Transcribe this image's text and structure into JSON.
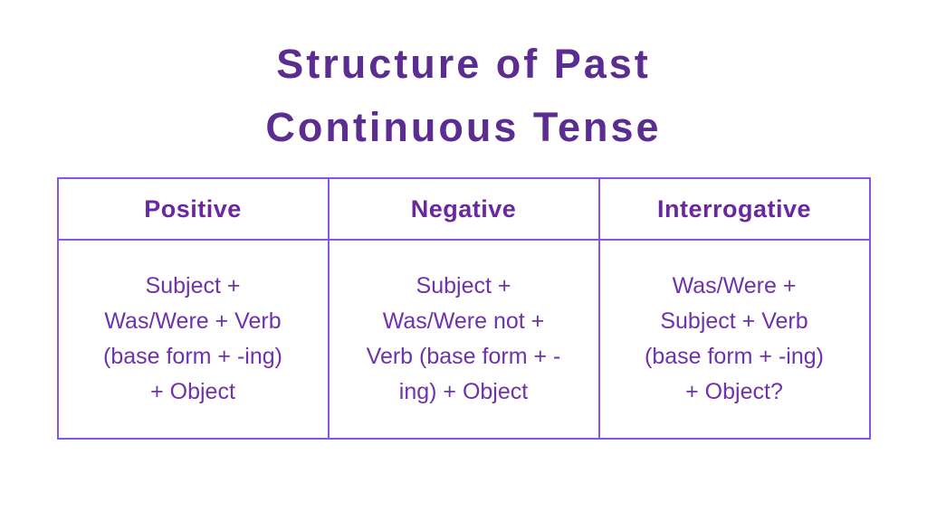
{
  "page": {
    "background_color": "#ffffff"
  },
  "title": {
    "full_text": "Structure of Past Continuous Tense",
    "lines": [
      "Structure of Past",
      "Continuous Tense"
    ],
    "color": "#5b2d91"
  },
  "table": {
    "border_color": "#8753e8",
    "header_text_color": "#6928a0",
    "body_text_color": "#6e32aa",
    "columns": [
      {
        "header": "Positive",
        "body": "Subject +\nWas/Were + Verb\n(base form + -ing)\n+ Object"
      },
      {
        "header": "Negative",
        "body": "Subject +\nWas/Were not +\nVerb (base form + -\ning) + Object"
      },
      {
        "header": "Interrogative",
        "body": "Was/Were +\nSubject + Verb\n(base form + -ing)\n+ Object?"
      }
    ]
  }
}
